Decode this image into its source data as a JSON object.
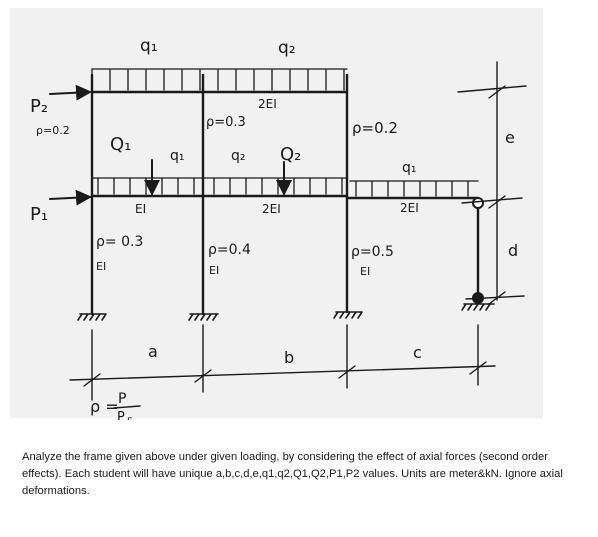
{
  "diagram": {
    "loads": {
      "q1_top": "q₁",
      "q2_top": "q₂",
      "P2": "P₂",
      "P1": "P₁",
      "Q1": "Q₁",
      "q1_mid_left": "q₁",
      "q2_mid": "q₂",
      "Q2": "Q₂",
      "q1_right": "q₁"
    },
    "beam_labels": {
      "top_beam_ei": "2EI",
      "mid_left_ei": "EI",
      "mid_middle_ei": "2EI",
      "right_beam_ei": "2EI"
    },
    "rho_labels": {
      "upper_left": "ρ=0.2",
      "upper_middle": "ρ=0.3",
      "upper_right": "ρ=0.2",
      "lower_left": "ρ= 0.3",
      "lower_middle": "ρ=0.4",
      "lower_right": "ρ=0.5"
    },
    "column_ei": {
      "left": "EI",
      "middle": "EI",
      "right": "EI"
    },
    "dimensions": {
      "a": "a",
      "b": "b",
      "c": "c",
      "d": "d",
      "e": "e"
    },
    "formula": {
      "lhs": "ρ =",
      "numerator": "P",
      "denominator": "P",
      "denominator_sub": "E"
    }
  },
  "caption": {
    "text": "Analyze the frame given above under given loading, by considering the effect of axial forces (second order effects). Each student will have unique a,b,c,d,e,q1,q2,Q1,Q2,P1,P2 values. Units are meter&kN. Ignore axial deformations."
  }
}
